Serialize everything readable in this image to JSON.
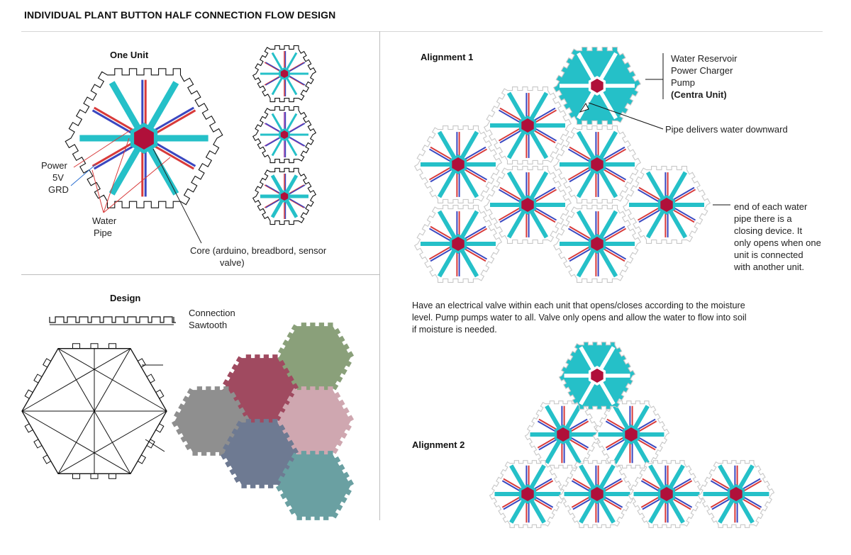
{
  "title": "INDIVIDUAL PLANT BUTTON HALF CONNECTION FLOW DESIGN",
  "one_unit": {
    "heading": "One Unit",
    "labels": {
      "power": "Power",
      "v5": "5V",
      "grd": "GRD",
      "water": "Water",
      "pipe": "Pipe",
      "core_line1": "Core (arduino, breadbord, sensor",
      "core_line2": "valve)"
    }
  },
  "design": {
    "heading": "Design",
    "connection_line1": "Connection",
    "connection_line2": "Sawtooth",
    "swatches": [
      "#8aa07a",
      "#a04a60",
      "#8f8f8f",
      "#cfa7b0",
      "#6e7a92",
      "#6aa0a2"
    ]
  },
  "alignment1": {
    "heading": "Alignment 1",
    "central_labels": [
      "Water Reservoir",
      "Power Charger",
      "Pump"
    ],
    "central_bold": "(Centra Unit)",
    "pipe_note": "Pipe delivers water downward",
    "closing_note": [
      "end of each water",
      "pipe there is a",
      "closing device. It",
      "only opens when one",
      "unit is connected",
      "with another unit."
    ]
  },
  "valve_paragraph": [
    "Have an electrical valve within each unit that opens/closes according to the moisture",
    "level. Pump pumps water to all. Valve only opens and allow the water to flow into soil",
    "if moisture is needed."
  ],
  "alignment2": {
    "heading": "Alignment 2"
  },
  "colors": {
    "teal": "#25c0c8",
    "core": "#b0103a",
    "red_wire": "#d83a3a",
    "blue_wire": "#3a47c0"
  }
}
